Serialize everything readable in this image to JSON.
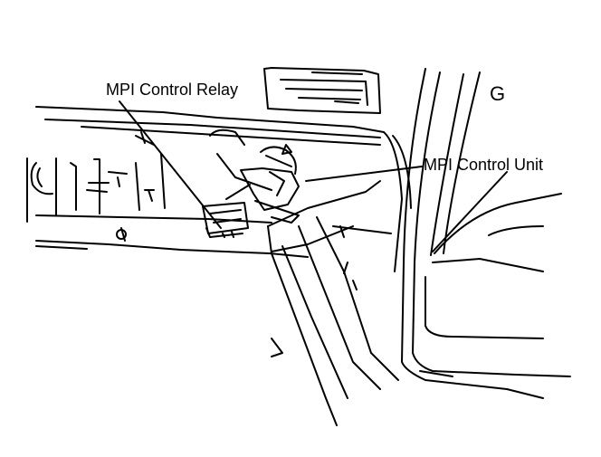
{
  "diagram": {
    "callouts": [
      {
        "id": "relay",
        "text": "MPI Control Relay"
      },
      {
        "id": "unit",
        "text": "MPI Control Unit"
      }
    ],
    "view_marker": "G",
    "colors": {
      "ink": "#000000",
      "background": "#ffffff"
    }
  }
}
